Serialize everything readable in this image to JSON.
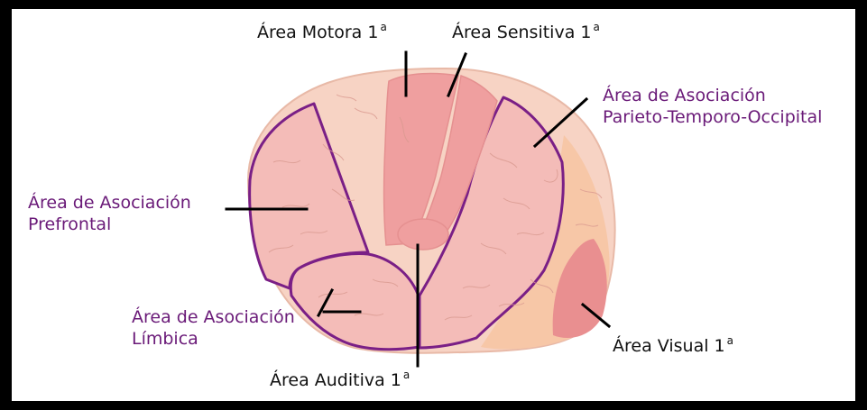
{
  "colors": {
    "border": "#000000",
    "brain_base": "#f7d3c4",
    "association_fill": "#f4bcb8",
    "primary_fill": "#ef9f9f",
    "visual_fill": "#e98f90",
    "occipital_fill": "#f7c7a7",
    "outline_purple": "#7a1f86",
    "label_purple": "#6a1a78",
    "label_black": "#111111"
  },
  "labels": {
    "motora": {
      "text": "Área Motora 1",
      "ordinal": "a"
    },
    "sensitiva": {
      "text": "Área Sensitiva 1",
      "ordinal": "a"
    },
    "parieto": {
      "line1": "Área de Asociación",
      "line2": "Parieto-Temporo-Occipital"
    },
    "prefrontal": {
      "line1": "Área de Asociación",
      "line2": "Prefrontal"
    },
    "limbica": {
      "line1": "Área de Asociación",
      "line2": "Límbica"
    },
    "auditiva": {
      "text": "Área Auditiva 1",
      "ordinal": "a"
    },
    "visual": {
      "text": "Área Visual 1",
      "ordinal": "a"
    }
  }
}
